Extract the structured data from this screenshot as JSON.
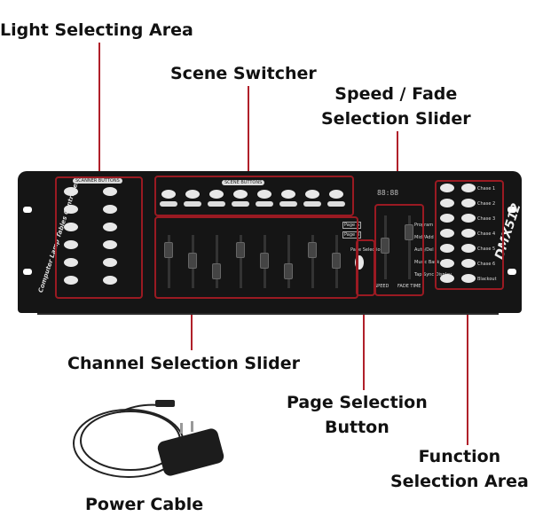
{
  "annotations": {
    "light_selecting": "Light Selecting Area",
    "scene_switcher": "Scene Switcher",
    "speed_fade_1": "Speed / Fade",
    "speed_fade_2": "Selection Slider",
    "channel_slider": "Channel Selection Slider",
    "page_selection_1": "Page Selection",
    "page_selection_2": "Button",
    "function_1": "Function",
    "function_2": "Selection Area",
    "power_cable": "Power Cable"
  },
  "device": {
    "scanner_buttons": "SCANNER BUTTONS",
    "scene_buttons": "SCENE BUTTONS",
    "brand_side": "Computer Lamp Tables Controller",
    "model": "DMX512",
    "page_a": "Page A",
    "page_b": "Page B",
    "page_select": "Page Selection",
    "speed": "SPEED",
    "fade_time": "FADE TIME",
    "display": "88:88",
    "functions": [
      "Program",
      "Midi/Add",
      "Auto/Del",
      "Music Bank Copy",
      "Tap Sync Display"
    ],
    "chases": [
      "Chase 1",
      "Chase 2",
      "Chase 3",
      "Chase 4",
      "Chase 5",
      "Chase 6",
      "Blackout"
    ]
  },
  "colors": {
    "annotation_line": "#b0202a",
    "device": "#151515"
  }
}
